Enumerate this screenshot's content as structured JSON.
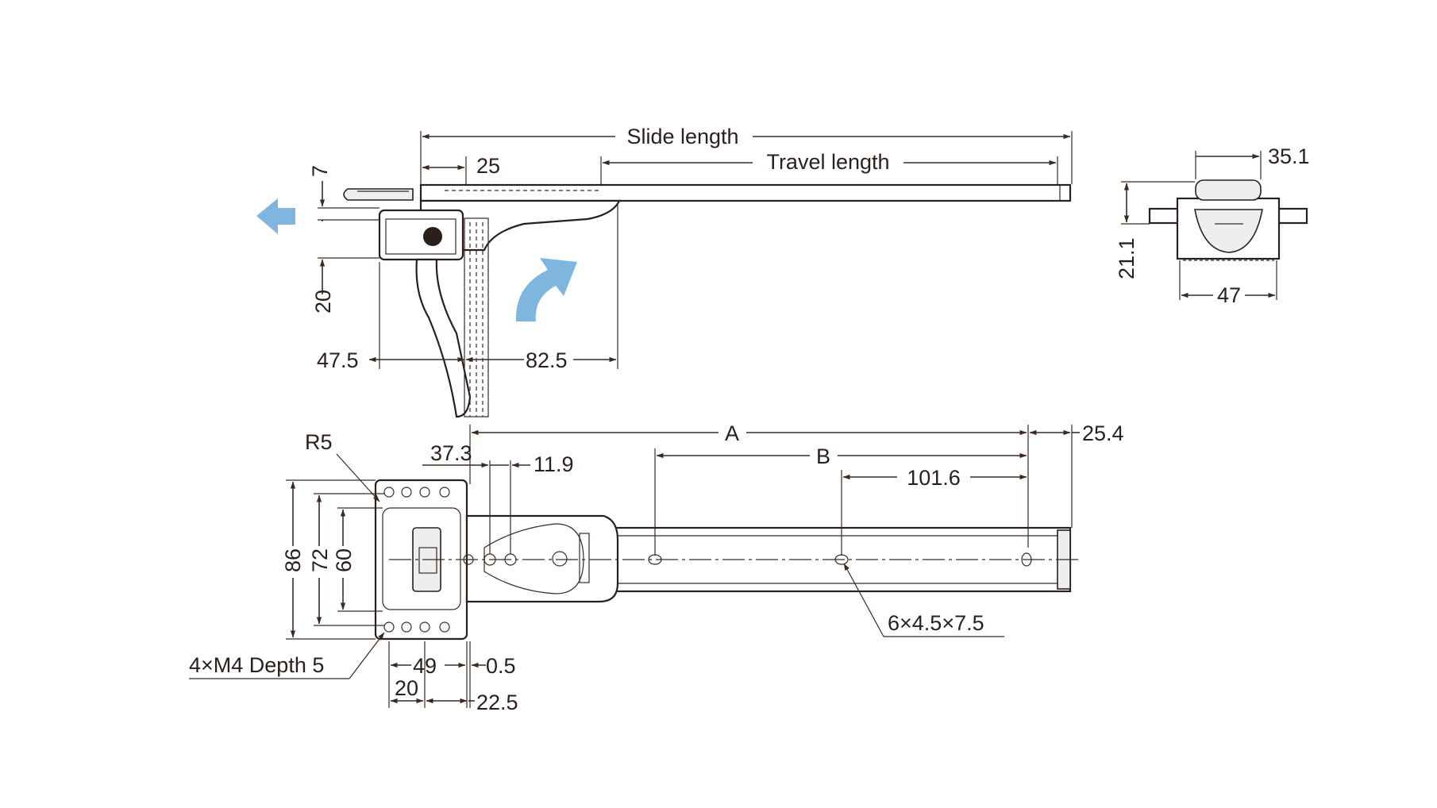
{
  "accent_color": "#7fb6df",
  "labels": {
    "slide_length": "Slide length",
    "travel_length": "Travel length",
    "d7": "7",
    "d25": "25",
    "d20_left": "20",
    "d47_5": "47.5",
    "d82_5": "82.5",
    "d35_1": "35.1",
    "d21_1": "21.1",
    "d47": "47",
    "A": "A",
    "B": "B",
    "d25_4": "25.4",
    "R5": "R5",
    "d37_3": "37.3",
    "d11_9": "11.9",
    "d101_6": "101.6",
    "d86": "86",
    "d72": "72",
    "d60": "60",
    "slot": "6×4.5×7.5",
    "holes": "4×M4 Depth 5",
    "d49": "49",
    "d0_5": "0.5",
    "d20_bottom": "20",
    "d22_5": "22.5"
  },
  "icons": {
    "left_arrow": "left-arrow-icon",
    "rotate_arrow": "rotate-arrow-icon"
  }
}
